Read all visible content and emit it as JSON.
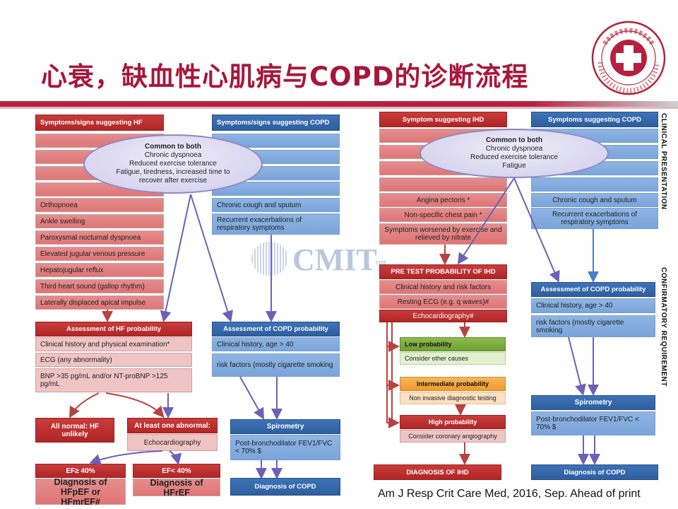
{
  "title": "心衰，缺血性心肌病与COPD的诊断流程",
  "logo": {
    "text": "北京朝阳医院 · BEIJING CHAO-YANG HOSPITAL"
  },
  "watermark": {
    "text": "CMIT",
    "sub": "cmt"
  },
  "citation": "Am J Resp Crit Care Med, 2016, Sep.  Ahead of print",
  "side_labels": {
    "clinical": "CLINICAL   PRESENTATION",
    "confirmatory": "CONFIRMATORY   REQUIREMENT"
  },
  "hf_copd": {
    "hf_header": "Symptoms/signs suggesting HF",
    "copd_header": "Symptoms/signs suggesting COPD",
    "common": {
      "title": "Common to both",
      "lines": [
        "Chronic dyspnoea",
        "Reduced exercise tolerance",
        "Fatigue, tiredness, increased time to",
        "recover after exercise"
      ]
    },
    "hf_signs": [
      "Orthopnoea",
      "Ankle swelling",
      "Paroxysmal nocturnal dyspnoea",
      "Elevated jugular venous pressure",
      "Hepatojugular reflux",
      "Third heart sound (gallop rhythm)",
      "Laterally displaced apical impulse"
    ],
    "copd_signs": [
      "Chronic cough and sputum",
      "Recurrent exacerbations of respiratory symptoms"
    ],
    "hf_assess": {
      "header": "Assessment of HF probability",
      "items": [
        "Clinical history and physical examination*",
        "ECG  (any abnormality)",
        "BNP >35 pg/mL and/or NT-proBNP >125 pg/mL"
      ]
    },
    "copd_assess": {
      "header": "Assessment of COPD probability",
      "items": [
        "Clinical history, age > 40",
        "risk factors (mostly cigarette smoking"
      ]
    },
    "all_normal": "All normal: HF unlikely",
    "abnormal": {
      "header": "At least one abnormal:",
      "body": "Echocardiography"
    },
    "spirometry": {
      "header": "Spirometry",
      "body": "Post-bronchodilator FEV1/FVC < 70% $"
    },
    "hfpef": {
      "header": "EF≥ 40%",
      "body": "Diagnosis of HFpEF or HFmrEF#"
    },
    "hfref": {
      "header": "EF< 40%",
      "body": "Diagnosis of HFrEF"
    },
    "diag_copd": "Diagnosis of COPD"
  },
  "ihd_copd": {
    "ihd_header": "Symptom suggesting IHD",
    "copd_header": "Symptoms suggesting COPD",
    "common": {
      "title": "Common to both",
      "lines": [
        "Chronic dyspnoea",
        "Reduced exercise tolerance",
        "Fatigue"
      ]
    },
    "ihd_signs": [
      "Angina pectoris *",
      "Non-specific chest pain *",
      "Symptoms worsened by exercise and relieved by nitrate"
    ],
    "copd_signs": [
      "Chronic cough and sputum",
      "Recurrent exacerbations of respiratory symptoms"
    ],
    "pretest": {
      "header": "PRE TEST PROBABILITY OF IHD",
      "items": [
        "Clinical history and risk factors",
        "Resting ECG (e.g. q waves)#",
        "Echocardiography#"
      ]
    },
    "copd_assess": {
      "header": "Assessment of COPD probability",
      "items": [
        "Clinical history, age > 40",
        "risk factors (mostly cigarette smoking"
      ]
    },
    "low": {
      "header": "Low probability",
      "body": "Consider other causes"
    },
    "intermediate": {
      "header": "Intermediate probability",
      "body": "Non invasive diagnostic testing"
    },
    "high": {
      "header": "High probability",
      "body": "Consider coronary angiography"
    },
    "spirometry": {
      "header": "Spirometry",
      "body": "Post-bronchodilator FEV1/FVC < 70% $"
    },
    "diag_ihd": "DIAGNOSIS OF IHD",
    "diag_copd": "Diagnosis of COPD"
  }
}
